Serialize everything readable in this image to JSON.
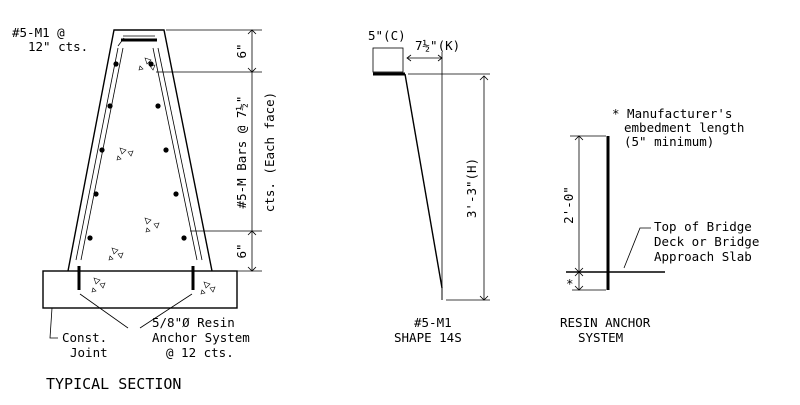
{
  "typical_section": {
    "title": "TYPICAL SECTION",
    "top_bar_label": [
      "#5-M1 @",
      "12\" cts."
    ],
    "dim_top": "6\"",
    "dim_bottom": "6\"",
    "face_bars_label": [
      "#5-M Bars @ 7½\"",
      "cts. (Each face)"
    ],
    "anchor_label": [
      "5/8\"Ø  Resin",
      "Anchor System",
      "@ 12 cts."
    ],
    "joint_label": [
      "Const.",
      "Joint"
    ]
  },
  "shape": {
    "dim_c": "5\"(C)",
    "dim_k": "7½\"(K)",
    "dim_h": "3'-3\"(H)",
    "caption": [
      "#5-M1",
      "SHAPE 14S"
    ]
  },
  "anchor": {
    "note": [
      "* Manufacturer's",
      "embedment length",
      "(5\" minimum)"
    ],
    "dim_vertical": "2'-0\"",
    "asterisk": "*",
    "deck_label": [
      "Top of Bridge",
      "Deck or Bridge",
      "Approach Slab"
    ],
    "caption": [
      "RESIN ANCHOR",
      "SYSTEM"
    ]
  }
}
